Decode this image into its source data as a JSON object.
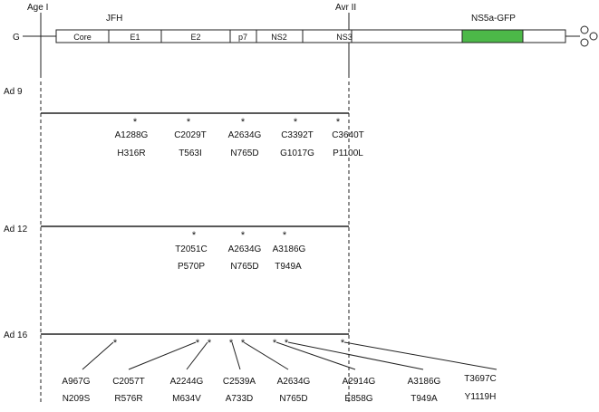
{
  "diagram": {
    "left_marker": "Age I",
    "right_marker": "Avr II",
    "construct_name": "JFH",
    "reporter": "NS5a-GFP",
    "strand_label": "G",
    "gfp_color": "#4cb848",
    "segments": [
      "Core",
      "E1",
      "E2",
      "p7",
      "NS2",
      "NS3"
    ],
    "rows": [
      {
        "label": "Ad 9",
        "mutations": [
          {
            "nt": "A1288G",
            "aa": "H316R"
          },
          {
            "nt": "C2029T",
            "aa": "T563I"
          },
          {
            "nt": "A2634G",
            "aa": "N765D"
          },
          {
            "nt": "C3392T",
            "aa": "G1017G"
          },
          {
            "nt": "C3640T",
            "aa": "P1100L"
          }
        ]
      },
      {
        "label": "Ad 12",
        "mutations": [
          {
            "nt": "T2051C",
            "aa": "P570P"
          },
          {
            "nt": "A2634G",
            "aa": "N765D"
          },
          {
            "nt": "A3186G",
            "aa": "T949A"
          }
        ]
      },
      {
        "label": "Ad 16",
        "mutations": [
          {
            "nt": "A967G",
            "aa": "N209S"
          },
          {
            "nt": "C2057T",
            "aa": "R576R"
          },
          {
            "nt": "A2244G",
            "aa": "M634V"
          },
          {
            "nt": "C2539A",
            "aa": "A733D"
          },
          {
            "nt": "A2634G",
            "aa": "N765D"
          },
          {
            "nt": "A2914G",
            "aa": "E858G"
          },
          {
            "nt": "A3186G",
            "aa": "T949A"
          },
          {
            "nt": "T3697C",
            "aa": "Y1119H"
          }
        ]
      }
    ]
  }
}
